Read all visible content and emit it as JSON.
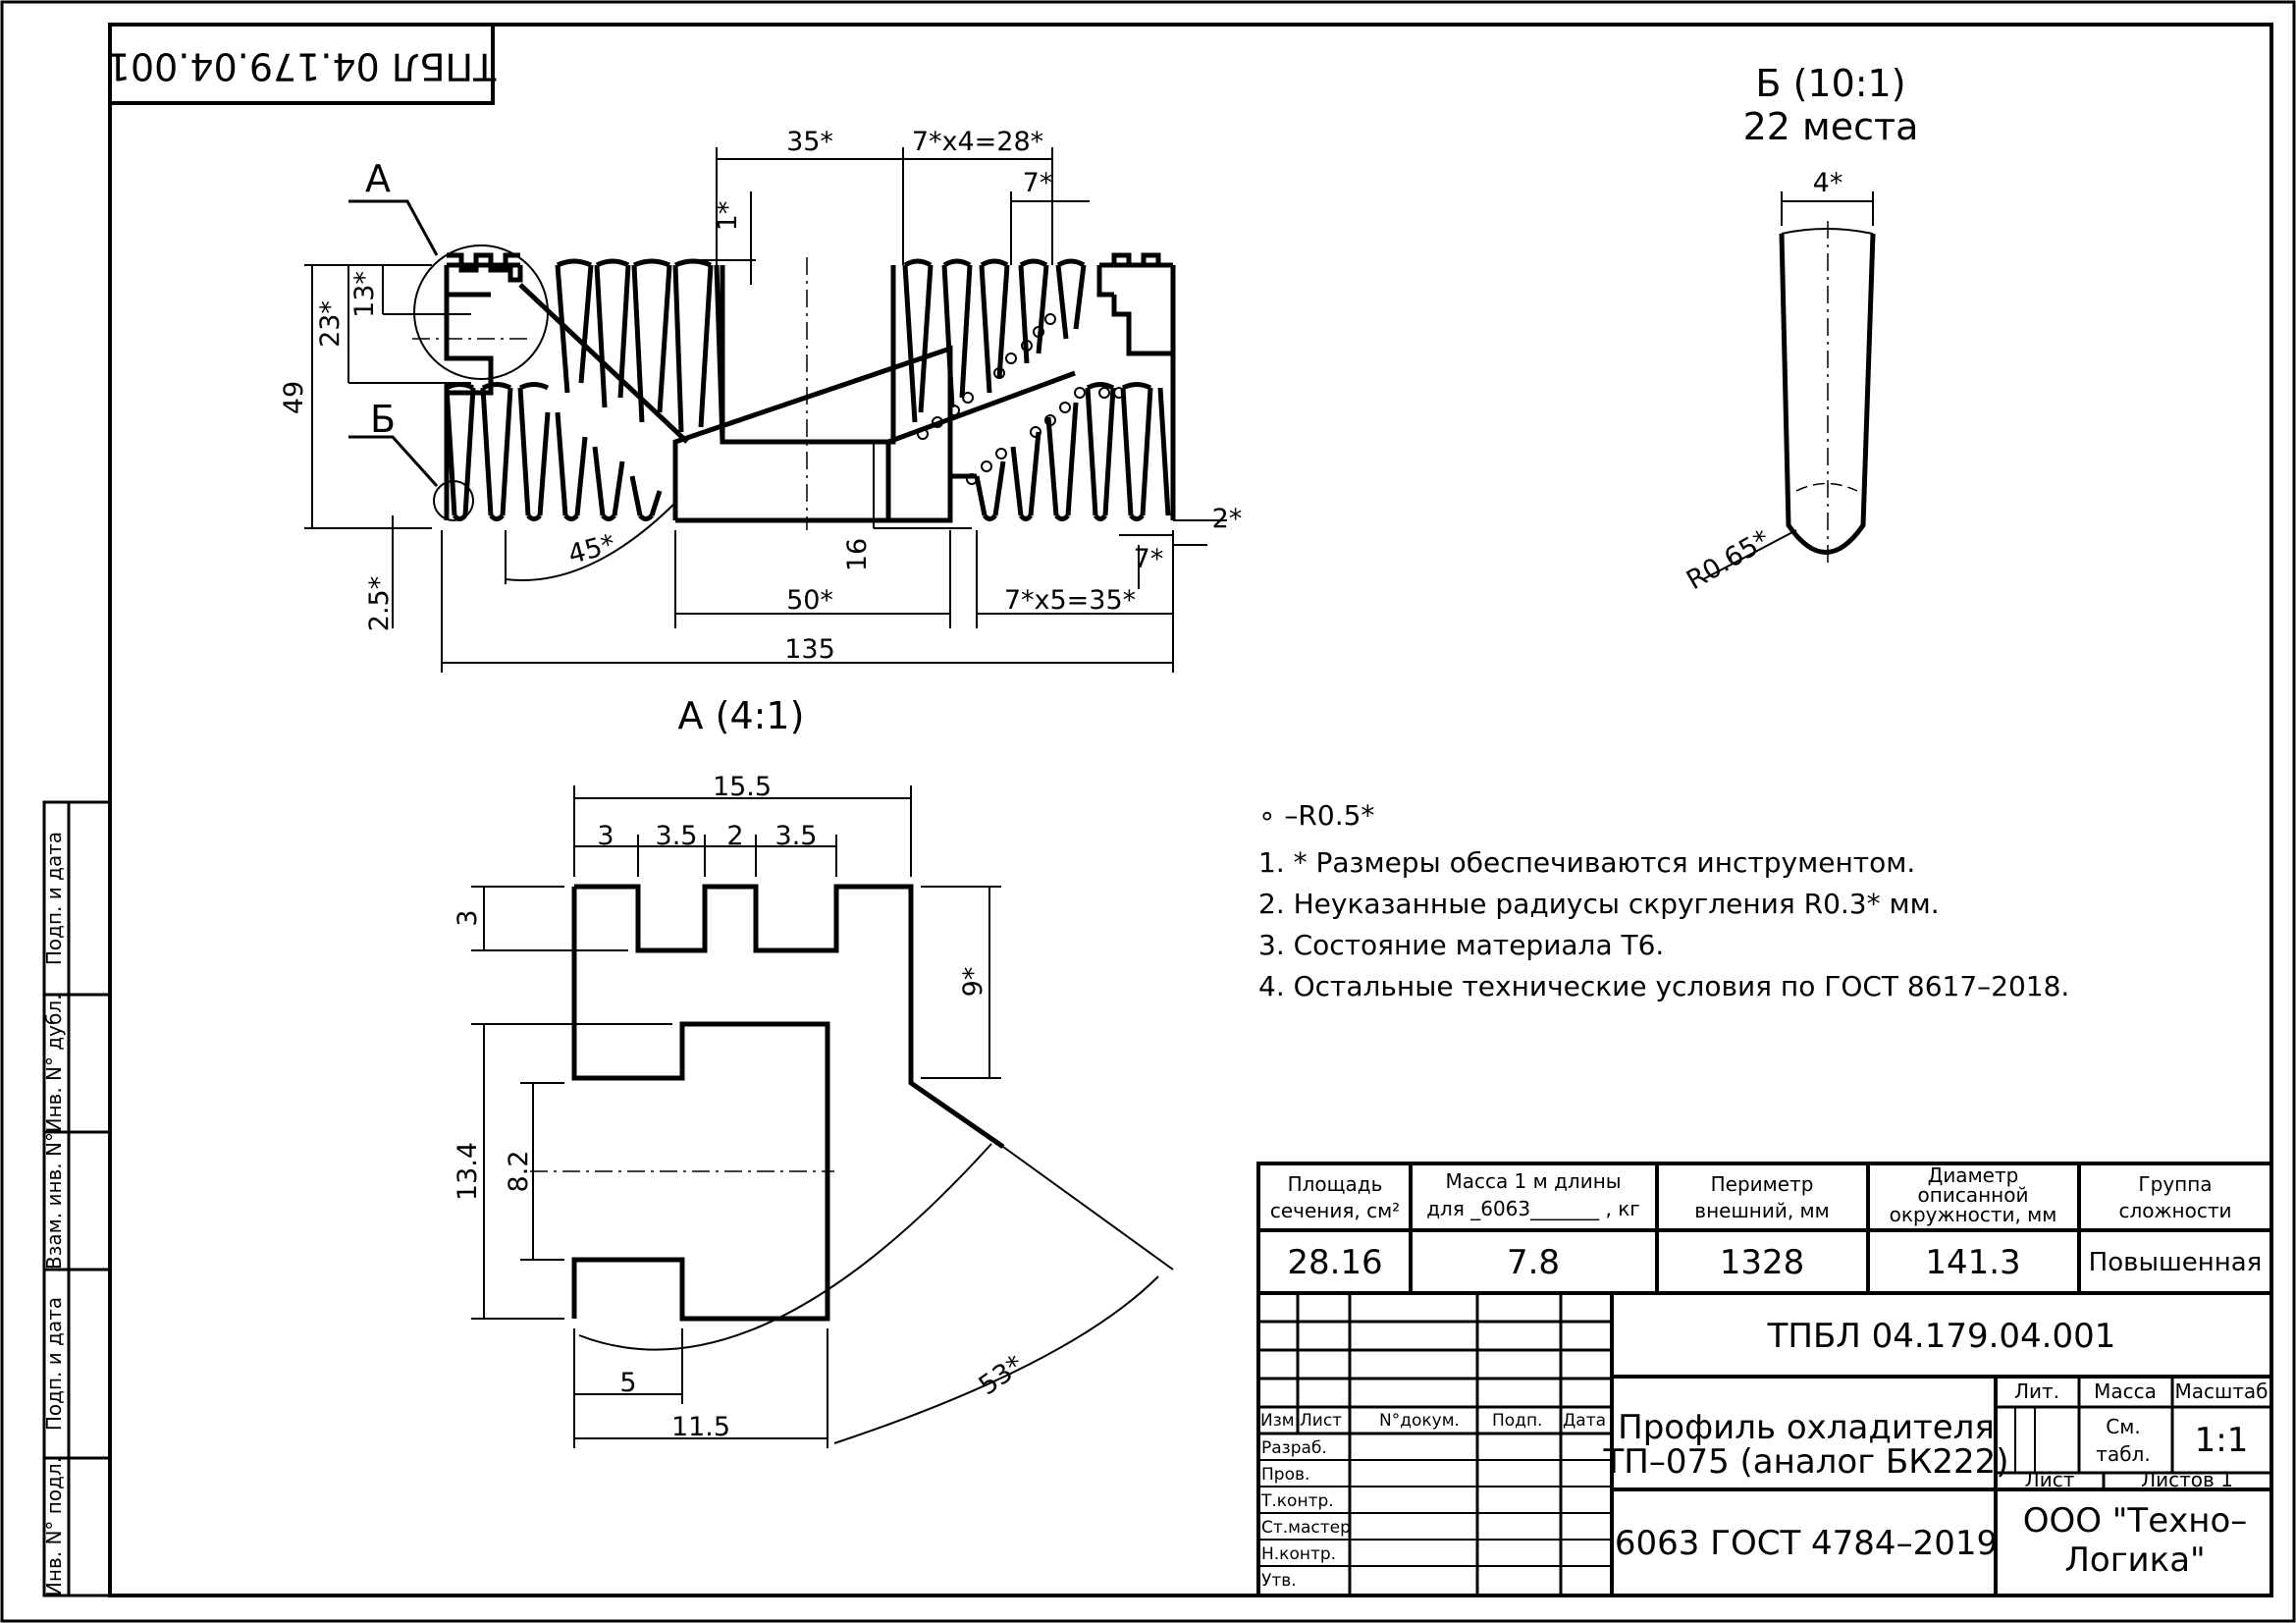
{
  "stamp_code": "ТПБЛ 04.179.04.001",
  "views": {
    "main_dims": {
      "d35": "35*",
      "d7x4": "7*x4=28*",
      "d7a": "7*",
      "d1": "1*",
      "d13": "13*",
      "d23": "23*",
      "d49": "49",
      "d16": "16",
      "d2": "2*",
      "d7b": "7*",
      "d45": "45*",
      "d25": "2.5*",
      "d50": "50*",
      "d7x5": "7*x5=35*",
      "d135": "135",
      "leader_a": "А",
      "leader_b": "Б"
    },
    "detail_a": {
      "title": "А (4:1)",
      "d155": "15.5",
      "d3a": "3",
      "d35a": "3.5",
      "d2": "2",
      "d35b": "3.5",
      "d3v": "3",
      "d9": "9*",
      "d134": "13.4",
      "d82": "8.2",
      "d5": "5",
      "d115": "11.5",
      "d53": "53*"
    },
    "detail_b": {
      "title": "Б (10:1)",
      "subtitle": "22 места",
      "d4": "4*",
      "r065": "R0.65*"
    }
  },
  "notes": {
    "radius_symbol": "∘ –R0.5*",
    "items": [
      "1.  * Размеры обеспечиваются инструментом.",
      "2.  Неуказанные радиусы скругления R0.3*  мм.",
      "3.  Состояние материала Т6.",
      "4.  Остальные технические условия по ГОСТ 8617–2018."
    ]
  },
  "props_table": {
    "headers": [
      [
        "Площадь",
        "сечения, см²"
      ],
      [
        "Масса 1  м  длины",
        "для  _6063_______ , кг"
      ],
      [
        "Периметр",
        "внешний, мм"
      ],
      [
        "Диаметр",
        "описанной",
        "окружности, мм"
      ],
      [
        "Группа",
        "сложности"
      ]
    ],
    "values": [
      "28.16",
      "7.8",
      "1328",
      "141.3",
      "Повышенная"
    ]
  },
  "title_block": {
    "doc_code": "ТПБЛ 04.179.04.001",
    "name_line1": "Профиль охладителя",
    "name_line2": "ТП–075 (аналог БК222)",
    "material": "6063  ГОСТ 4784–2019",
    "company_line1": "ООО \"Техно–",
    "company_line2": "Логика\"",
    "lit": "Лит.",
    "mass": "Масса",
    "scale_label": "Масштаб",
    "mass_value_1": "См.",
    "mass_value_2": "табл.",
    "scale_value": "1:1",
    "sheet": "Лист",
    "sheets": "Листов 1",
    "cols": [
      "Изм.",
      "Лист",
      "N°докум.",
      "Подп.",
      "Дата"
    ],
    "rows": [
      "Разраб.",
      "Пров.",
      "Т.контр.",
      "Ст.мастер",
      "Н.контр.",
      "Утв."
    ]
  },
  "side_strip": [
    "Инв. N° подл.",
    "Подп. и дата",
    "Взам. инв. N°",
    "Инв. N° дубл.",
    "Подп. и дата"
  ]
}
